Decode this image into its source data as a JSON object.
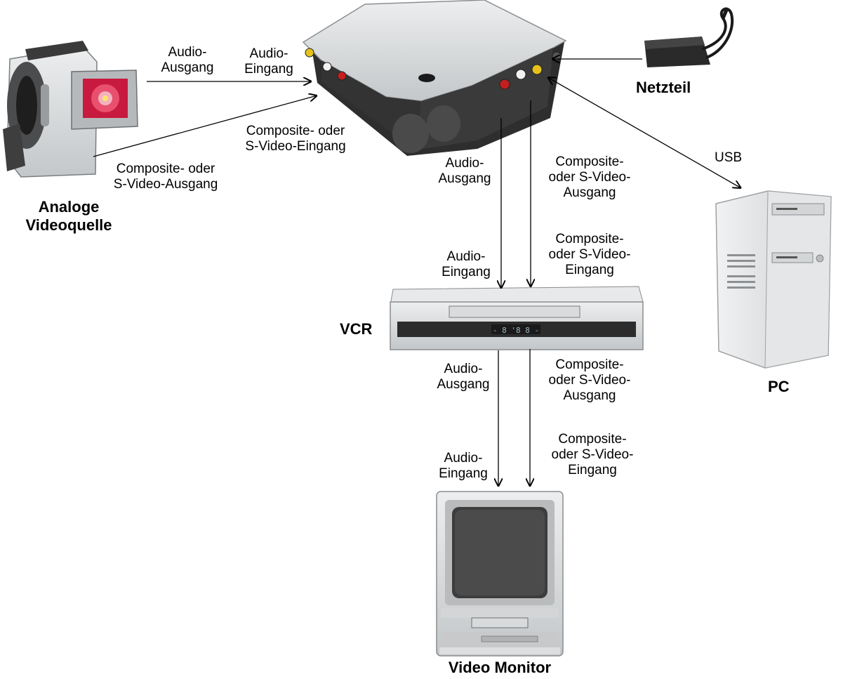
{
  "devices": {
    "camcorder": {
      "icon": "camcorder-icon",
      "label_lines": [
        "Analoge",
        "Videoquelle"
      ]
    },
    "capture_box": {
      "icon": "capture-device-icon"
    },
    "power_supply": {
      "icon": "power-adapter-icon",
      "label": "Netzteil"
    },
    "pc": {
      "icon": "desktop-pc-icon",
      "label": "PC"
    },
    "vcr": {
      "icon": "vcr-icon",
      "label": "VCR"
    },
    "monitor": {
      "icon": "crt-monitor-icon",
      "label": "Video Monitor"
    }
  },
  "labels": {
    "cam_audio_out": [
      "Audio-",
      "Ausgang"
    ],
    "box_audio_in": [
      "Audio-",
      "Eingang"
    ],
    "box_video_in": [
      "Composite- oder",
      "S-Video-Eingang"
    ],
    "cam_video_out": [
      "Composite- oder",
      "S-Video-Ausgang"
    ],
    "usb": "USB",
    "box_audio_out": [
      "Audio-",
      "Ausgang"
    ],
    "box_video_out": [
      "Composite-",
      "oder S-Video-",
      "Ausgang"
    ],
    "vcr_audio_in": [
      "Audio-",
      "Eingang"
    ],
    "vcr_video_in": [
      "Composite-",
      "oder S-Video-",
      "Eingang"
    ],
    "vcr_audio_out": [
      "Audio-",
      "Ausgang"
    ],
    "vcr_video_out": [
      "Composite-",
      "oder S-Video-",
      "Ausgang"
    ],
    "mon_audio_in": [
      "Audio-",
      "Eingang"
    ],
    "mon_video_in": [
      "Composite-",
      "oder S-Video-",
      "Eingang"
    ]
  },
  "colors": {
    "line": "#000000",
    "device_silver": "#d9dbdc",
    "device_dark": "#2c2c2c",
    "screen_red": "#d2224b",
    "rca_yellow": "#e5c21b",
    "rca_red": "#c41f1f",
    "rca_white": "#f2f2f2"
  }
}
